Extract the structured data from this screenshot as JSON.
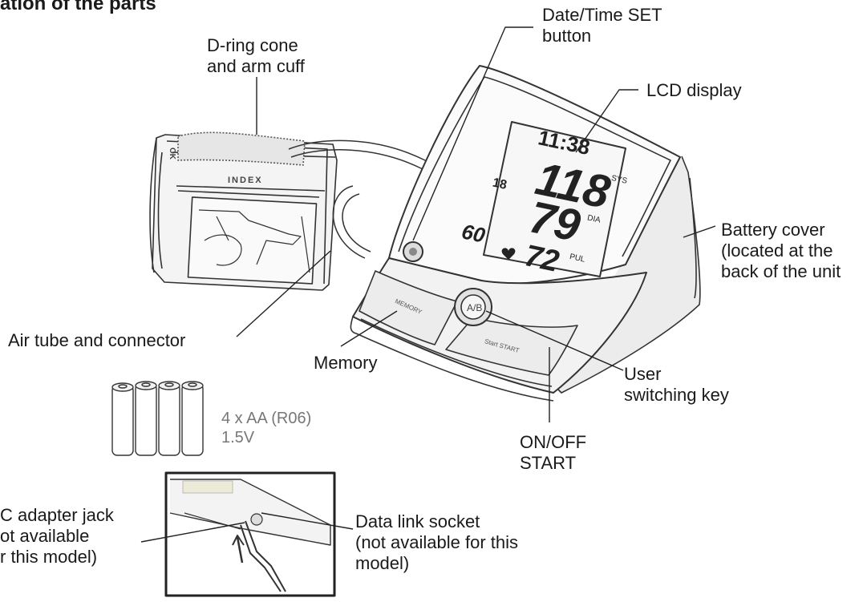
{
  "heading": "ation of the parts",
  "labels": {
    "date_time_set": "Date/Time SET\nbutton",
    "d_ring": "D-ring cone\nand arm cuff",
    "lcd_display": "LCD display",
    "battery_cover": "Battery cover\n(located at the\nback of the unit",
    "air_tube": "Air tube and connector",
    "memory": "Memory",
    "user_switching": "User\nswitching key",
    "batteries": "4 x AA (R06)\n1.5V",
    "on_off": "ON/OFF\nSTART",
    "ac_adapter": "C adapter jack\not available\nr this model)",
    "data_link": "Data link socket\n(not available for this\nmodel)"
  },
  "display": {
    "time": "11:38",
    "sys": "118",
    "dia": "79",
    "pulse": "72",
    "user_no": "18",
    "memory_no": "60",
    "sys_tag": "SYS",
    "dia_tag": "DIA",
    "pul_tag": "PUL"
  },
  "device": {
    "memory_key": "MEMORY",
    "start_key": "Start\nSTART",
    "cuff_index": "INDEX",
    "cuff_ok": "OK"
  }
}
